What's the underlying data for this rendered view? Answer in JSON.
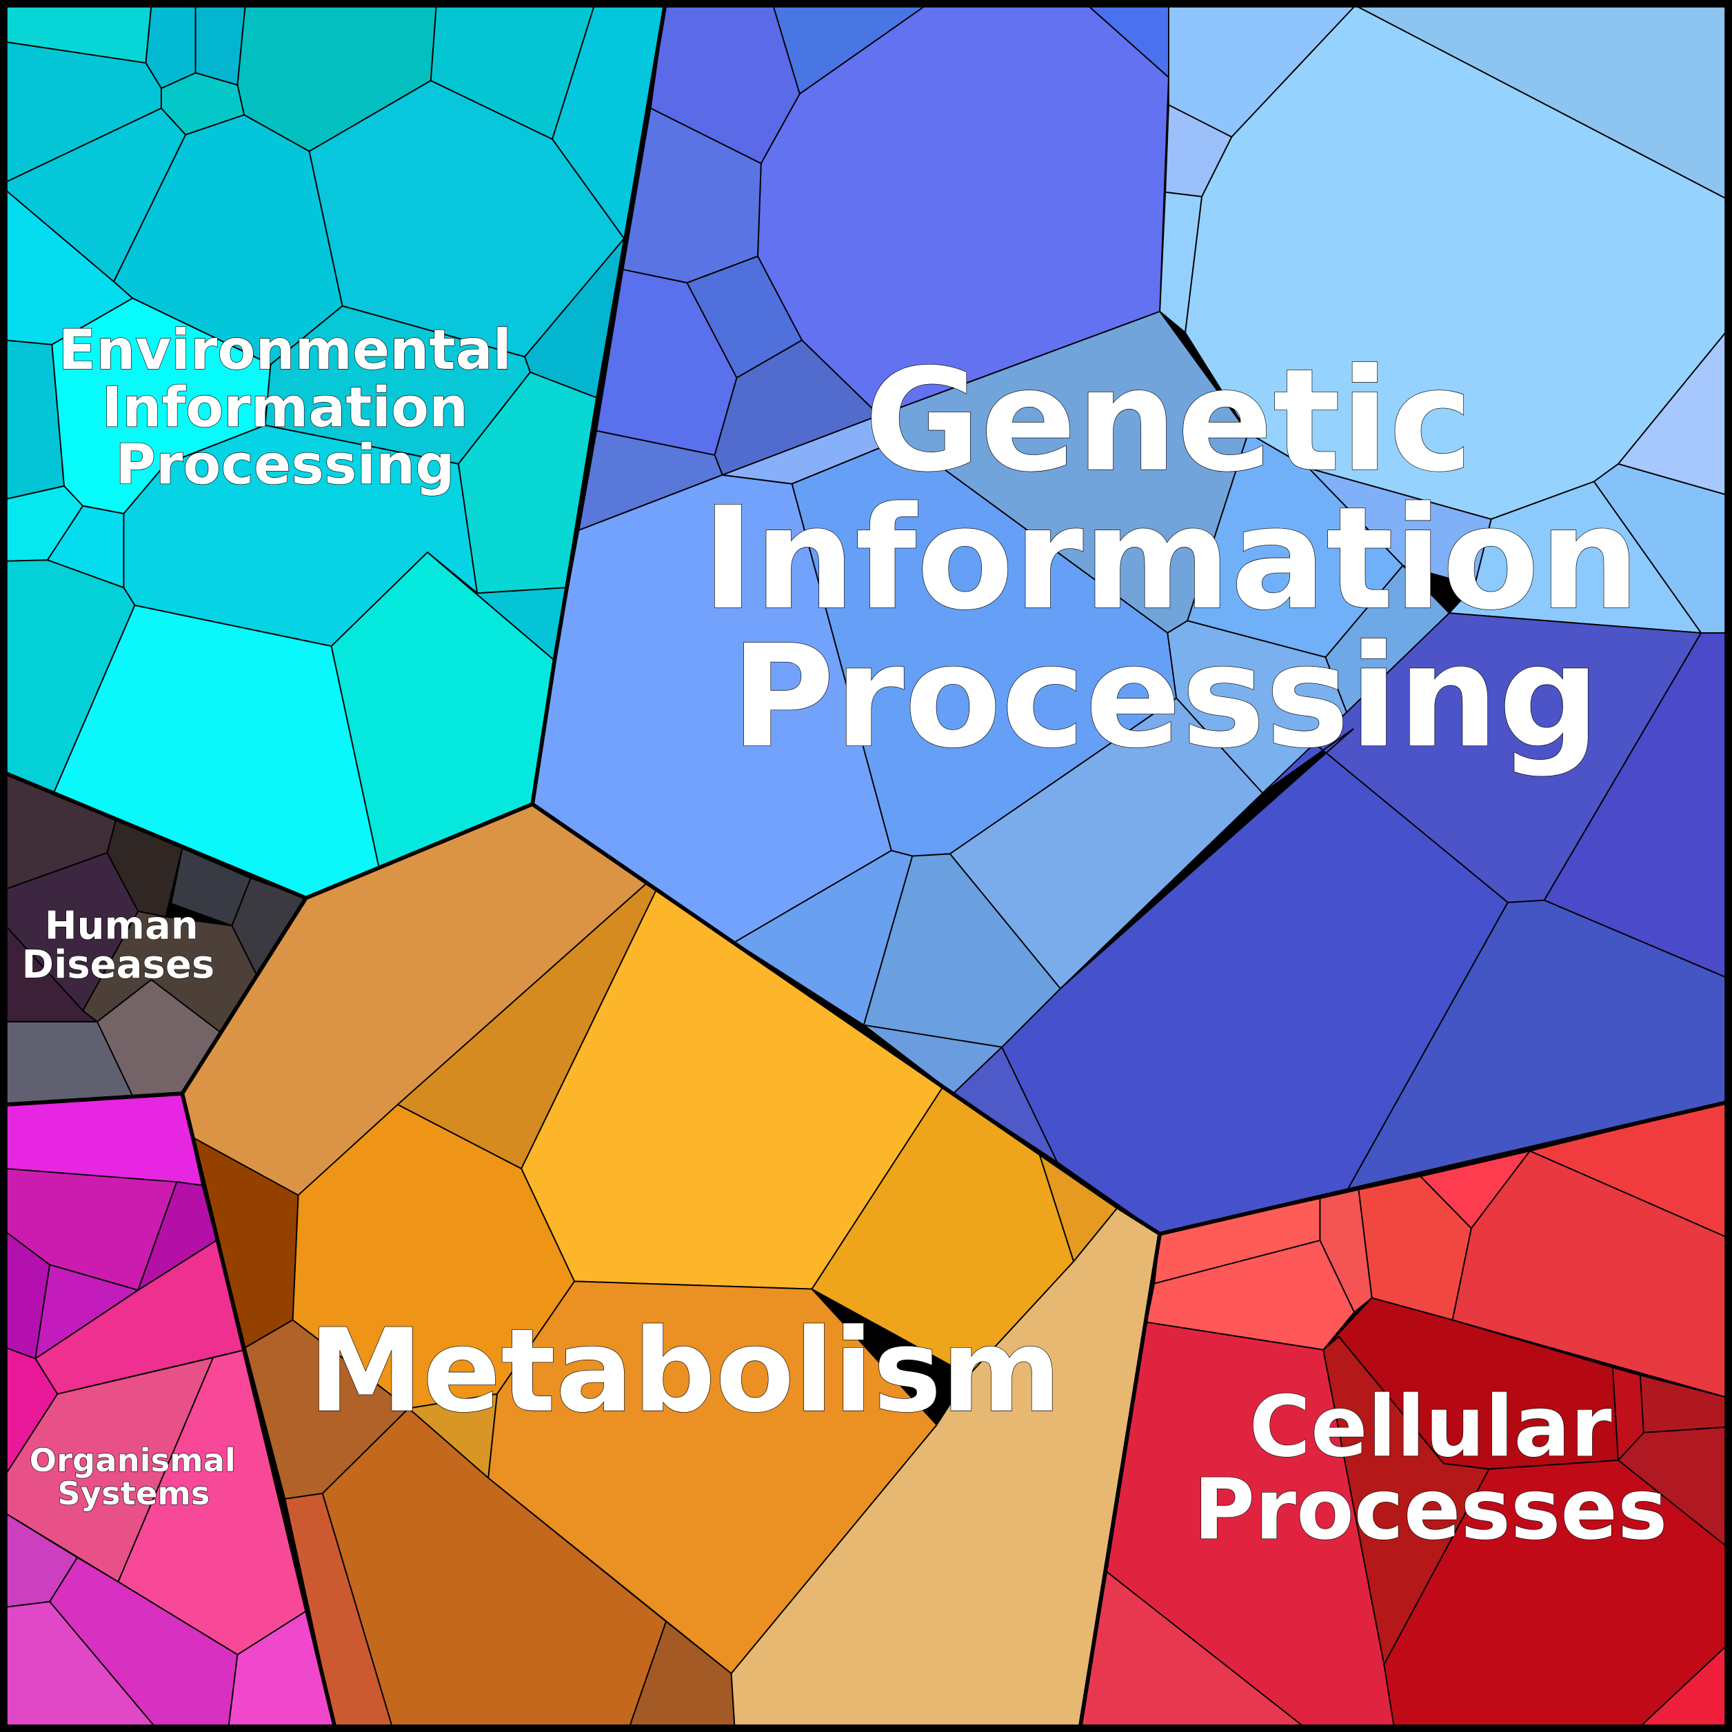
{
  "title": "KEGG pathway Voronoi treemap",
  "regions": {
    "environmental": {
      "lines": [
        "Environmental",
        "Information",
        "Processing"
      ],
      "color": "#04c8da"
    },
    "genetic": {
      "lines": [
        "Genetic",
        "Information",
        "Processing"
      ],
      "color": "#6272f0"
    },
    "metabolism": {
      "lines": [
        "Metabolism"
      ],
      "color": "#eb9022"
    },
    "cellular": {
      "lines": [
        "Cellular",
        "Processes"
      ],
      "color": "#e02440"
    },
    "human_diseases": {
      "lines": [
        "Human",
        "Diseases"
      ],
      "color": "#402e38"
    },
    "organismal": {
      "lines": [
        "Organismal",
        "Systems"
      ],
      "color": "#e626e0"
    }
  }
}
